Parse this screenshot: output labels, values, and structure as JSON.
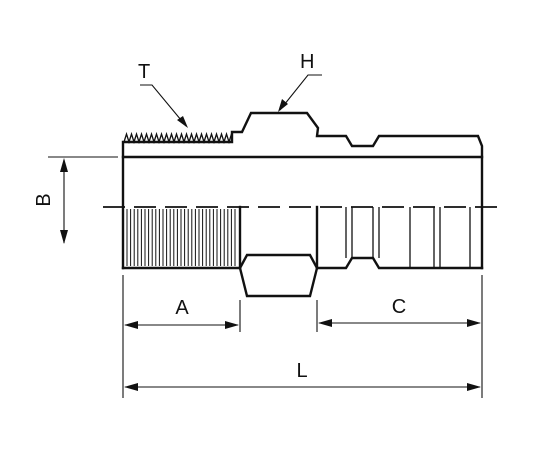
{
  "labels": {
    "thread": "T",
    "hex": "H",
    "dia": "B",
    "len_a": "A",
    "len_c": "C",
    "total": "L"
  }
}
